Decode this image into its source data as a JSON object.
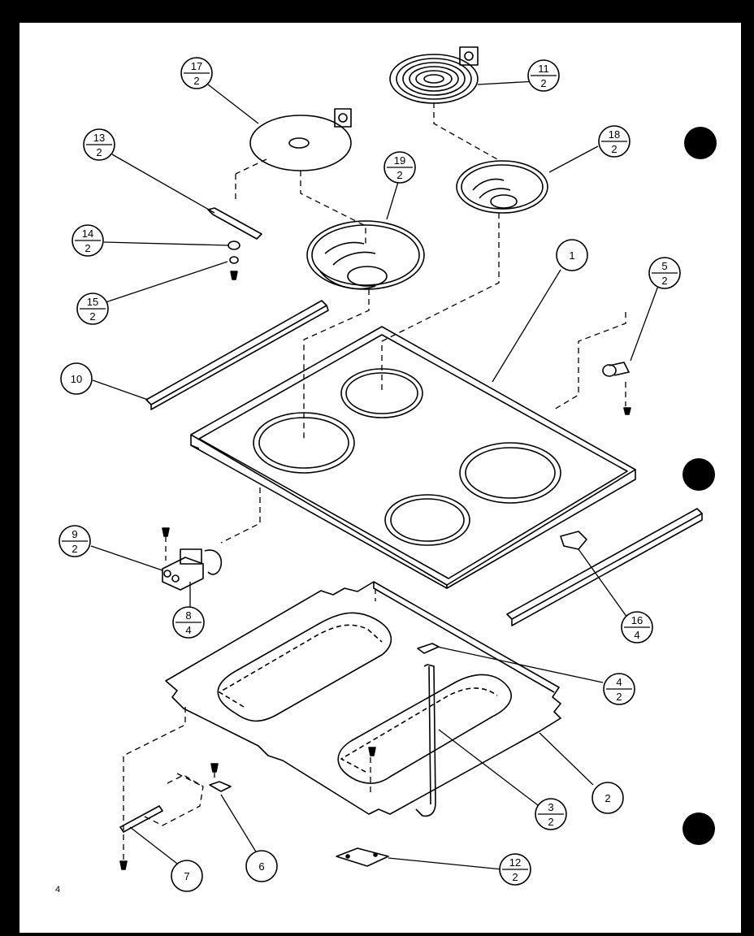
{
  "page_number": "4",
  "callouts": [
    {
      "id": "17",
      "top": "17",
      "bottom": "2"
    },
    {
      "id": "11",
      "top": "11",
      "bottom": "2"
    },
    {
      "id": "13",
      "top": "13",
      "bottom": "2"
    },
    {
      "id": "18",
      "top": "18",
      "bottom": "2"
    },
    {
      "id": "19",
      "top": "19",
      "bottom": "2"
    },
    {
      "id": "14",
      "top": "14",
      "bottom": "2"
    },
    {
      "id": "15",
      "top": "15",
      "bottom": "2"
    },
    {
      "id": "1",
      "label": "1"
    },
    {
      "id": "5",
      "top": "5",
      "bottom": "2"
    },
    {
      "id": "10",
      "label": "10"
    },
    {
      "id": "9",
      "top": "9",
      "bottom": "2"
    },
    {
      "id": "8",
      "top": "8",
      "bottom": "4"
    },
    {
      "id": "16",
      "top": "16",
      "bottom": "4"
    },
    {
      "id": "4",
      "top": "4",
      "bottom": "2"
    },
    {
      "id": "2",
      "label": "2"
    },
    {
      "id": "3",
      "top": "3",
      "bottom": "2"
    },
    {
      "id": "12",
      "top": "12",
      "bottom": "2"
    },
    {
      "id": "7",
      "label": "7"
    },
    {
      "id": "6",
      "label": "6"
    }
  ],
  "colors": {
    "paper": "#ffffff",
    "ink": "#000000",
    "background": "#000000"
  }
}
